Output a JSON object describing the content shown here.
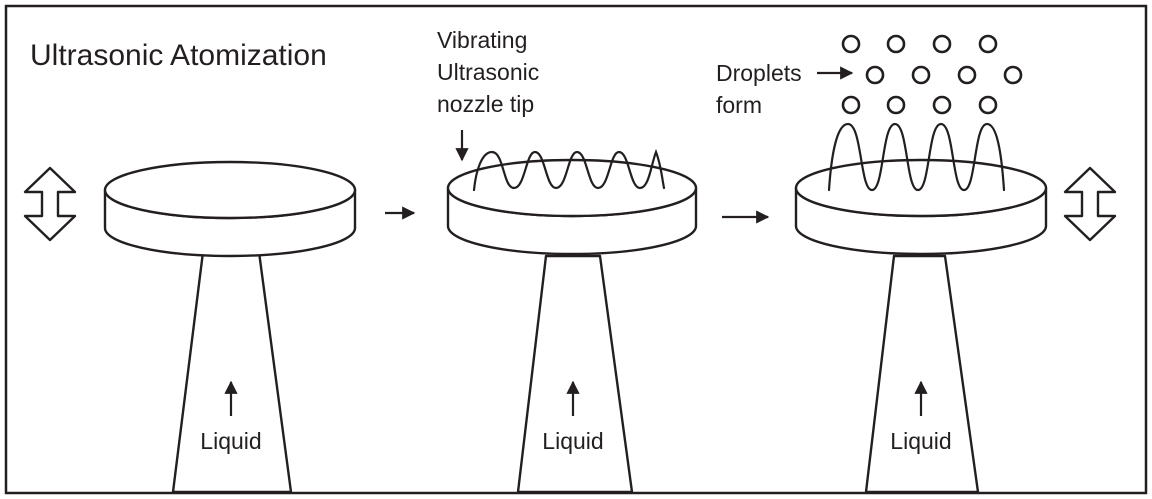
{
  "title": "Ultrasonic Atomization",
  "stages": [
    {
      "id": "rest",
      "input_label": "Liquid"
    },
    {
      "id": "vibrating",
      "input_label": "Liquid"
    },
    {
      "id": "droplets",
      "input_label": "Liquid"
    }
  ],
  "annotations": {
    "nozzle_line1": "Vibrating",
    "nozzle_line2": "Ultrasonic",
    "nozzle_line3": "nozzle tip",
    "droplets_line1": "Droplets",
    "droplets_line2": "form"
  },
  "colors": {
    "ink": "#231f20",
    "background": "#ffffff"
  }
}
